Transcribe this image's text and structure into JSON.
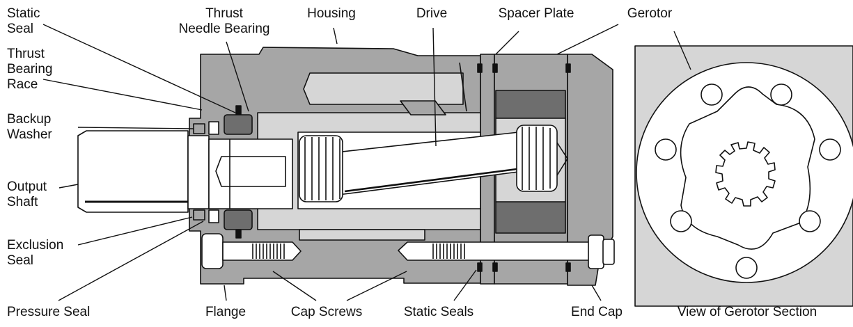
{
  "labels": {
    "static_seal": [
      "Static",
      "Seal"
    ],
    "thrust_bearing_race": [
      "Thrust",
      "Bearing",
      "Race"
    ],
    "backup_washer": [
      "Backup",
      "Washer"
    ],
    "output_shaft": [
      "Output",
      "Shaft"
    ],
    "exclusion_seal": [
      "Exclusion",
      "Seal"
    ],
    "pressure_seal": "Pressure Seal",
    "thrust_needle_bearing": [
      "Thrust",
      "Needle Bearing"
    ],
    "housing": "Housing",
    "drive": "Drive",
    "spacer_plate": "Spacer Plate",
    "gerotor": "Gerotor",
    "flange": "Flange",
    "cap_screws": "Cap Screws",
    "static_seals": "Static Seals",
    "end_cap": "End Cap",
    "view_of_gerotor_section": "View of Gerotor Section"
  },
  "colors": {
    "casing": "#a6a6a6",
    "dark_part": "#6e6e6e",
    "light_part": "#d6d6d6",
    "outline": "#111111",
    "background": "#ffffff"
  }
}
